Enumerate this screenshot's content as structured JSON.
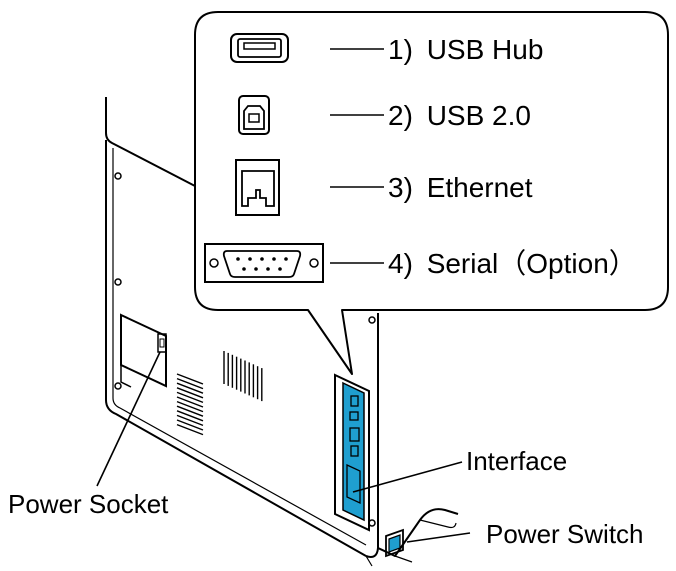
{
  "callout": {
    "ports": [
      {
        "number_label": "1)",
        "name": "USB Hub",
        "icon": "usb-a-icon"
      },
      {
        "number_label": "2)",
        "name": "USB 2.0",
        "icon": "usb-b-icon"
      },
      {
        "number_label": "3)",
        "name": "Ethernet",
        "icon": "ethernet-rj45-icon"
      },
      {
        "number_label": "4)",
        "name": "Serial（Option）",
        "icon": "db9-serial-icon"
      }
    ]
  },
  "parts": {
    "interface": "Interface",
    "power_socket": "Power Socket",
    "power_switch": "Power Switch"
  },
  "colors": {
    "interface_panel": "#1f9fd0",
    "power_switch": "#1f9fd0",
    "line": "#000000",
    "background": "#ffffff"
  }
}
